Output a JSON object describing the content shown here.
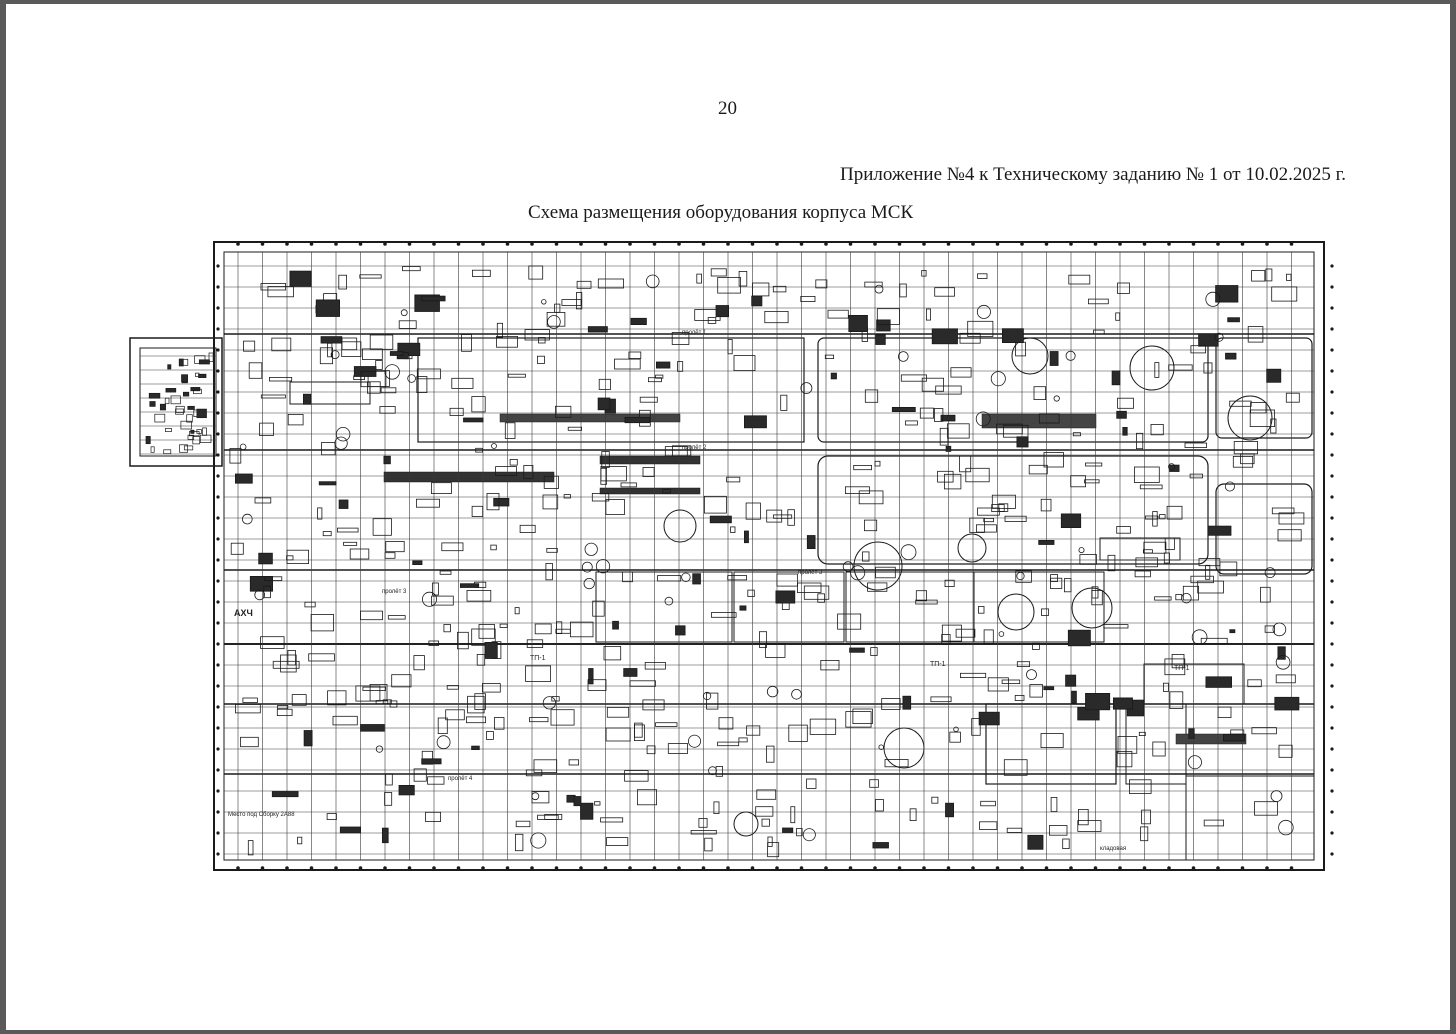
{
  "page": {
    "number": "20",
    "appendix": "Приложение №4 к Техническому заданию № 1 от 10.02.2025 г.",
    "title": "Схема размещения оборудования корпуса МСК"
  },
  "plan_labels": {
    "bay_1": "пролёт 1",
    "bay_2": "пролёт 2",
    "bay_3": "пролёт 3",
    "bay_4": "пролёт 4",
    "bay_3b": "пролёт 3",
    "axh": "АХЧ",
    "tp1": "ТП-1",
    "tp2": "ТП-1",
    "tp3": "ТП-1",
    "site_label": "Место под Сборку 2А88",
    "storage": "кладовая"
  },
  "colors": {
    "ink": "#1a1a1a",
    "grid": "#3a3a3a",
    "paper": "#ffffff",
    "background": "#5a5a5a"
  }
}
